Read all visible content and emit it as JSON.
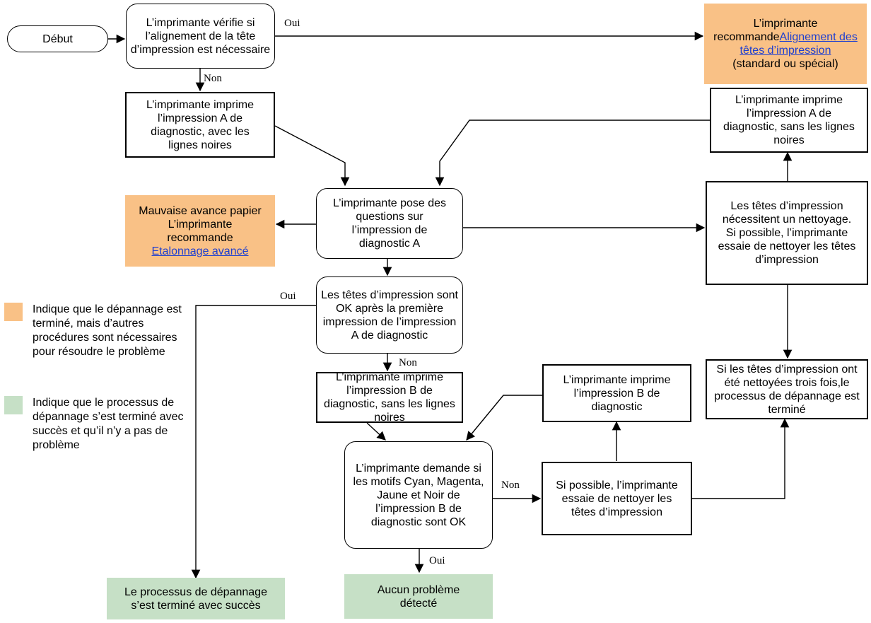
{
  "nodes": {
    "start": "Début",
    "check_alignment": "L’imprimante vérifie si l’alignement de la tête d’impression est nécessaire",
    "recommend_alignment": {
      "prefix": "L’imprimante recommande",
      "link": "Alignement des têtes d’impression",
      "suffix": "(standard ou spécial)"
    },
    "print_a_with_lines": "L’imprimante imprime l’impression A de diagnostic, avec les lignes noires",
    "print_a_without_lines": "L’imprimante imprime l’impression A de diagnostic, sans les lignes noires",
    "ask_questions_a": "L’imprimante pose des questions sur l’impression de diagnostic A",
    "bad_feed": {
      "prefix": "Mauvaise avance papier L’imprimante recommande",
      "link": "Etalonnage avancé"
    },
    "heads_need_cleaning": "Les têtes d’impression nécessitent un nettoyage. Si possible, l’imprimante essaie de nettoyer les têtes d’impression",
    "heads_ok_after_first": "Les têtes d’impression sont OK après la première impression de l’impression A de diagnostic",
    "print_b_without_lines": "L’imprimante imprime l’impression B de diagnostic, sans les lignes noires",
    "print_b": "L’imprimante imprime l’impression B de diagnostic",
    "cleaned_three_times": "Si les têtes d’impression ont été nettoyées trois fois,le processus de dépannage est terminé",
    "ask_patterns_b": "L’imprimante demande si les motifs Cyan, Magenta, Jaune et Noir de l’impression B de diagnostic sont OK",
    "try_clean": "Si possible, l’imprimante essaie de nettoyer les têtes d’impression",
    "success": "Le processus de dépannage s’est terminé avec succès",
    "no_problem": "Aucun problème détecté"
  },
  "edge_labels": {
    "yes_alignment": "Oui",
    "no_alignment": "Non",
    "yes_heads_ok": "Oui",
    "no_heads_ok": "Non",
    "no_patterns": "Non",
    "yes_patterns": "Oui"
  },
  "legend": {
    "orange": "Indique que le dépannage est terminé, mais d’autres procédures sont nécessaires pour résoudre le problème",
    "green": "Indique que le processus de dépannage s’est terminé avec succès et qu’il n’y a pas de problème"
  },
  "colors": {
    "orange": "#f9c186",
    "green": "#c6e0c6",
    "link": "#1f3fd0",
    "line": "#000000"
  }
}
